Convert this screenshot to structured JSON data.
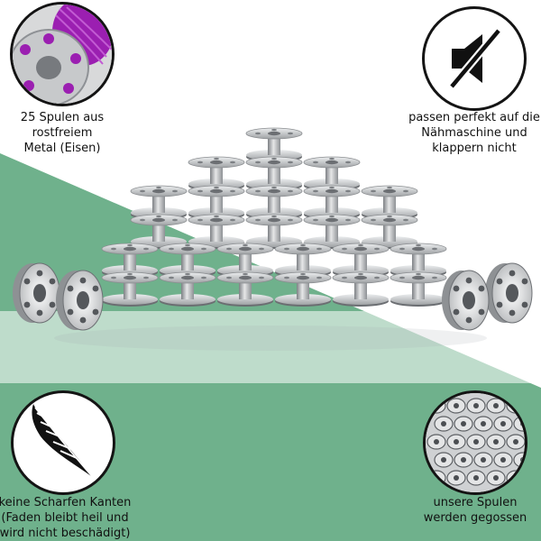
{
  "colors": {
    "background": "#ffffff",
    "accent_green": "#6fb18c",
    "badge_border": "#141414",
    "spool_metal": "#b9bbbd",
    "thread_purple": "#9b1fb1"
  },
  "features": {
    "top_left": {
      "icon": "purple-thread-bobbin-icon",
      "lines": [
        "25 Spulen aus",
        "rostfreiem",
        "Metal (Eisen)"
      ]
    },
    "top_right": {
      "icon": "muted-speaker-icon",
      "lines": [
        "passen perfekt auf die",
        "Nähmaschine und",
        "klappern nicht"
      ]
    },
    "bottom_left": {
      "icon": "feather-icon",
      "lines": [
        "keine Scharfen Kanten",
        "(Faden bleibt heil und",
        "wird nicht beschädigt)"
      ]
    },
    "bottom_right": {
      "icon": "bobbin-pile-icon",
      "lines": [
        "unsere Spulen",
        "werden gegossen"
      ]
    }
  },
  "product": {
    "spool_count": 25,
    "pyramid_rows": [
      1,
      3,
      5,
      5,
      6,
      6
    ]
  }
}
